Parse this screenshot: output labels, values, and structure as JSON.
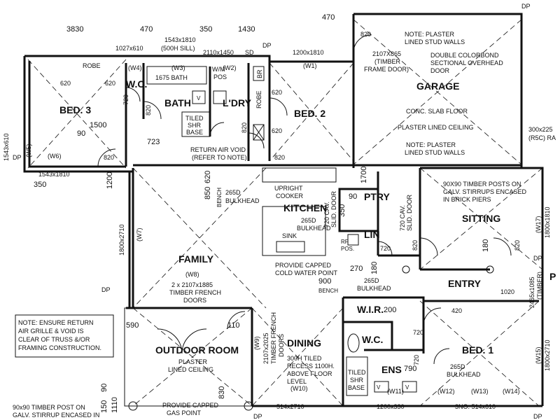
{
  "dimensions": {
    "d3830": "3830",
    "d470a": "470",
    "d1543x1810a": "1543x1810",
    "d500h": "(500H SILL)",
    "d350a": "350",
    "d1430": "1430",
    "d470b": "470",
    "d1027": "1027x610",
    "d2110": "2110x1450",
    "sd": "SD",
    "d1200": "1200x1810",
    "dp1": "DP",
    "d1543x610": "1543x610",
    "d1543x1810b": "1543x1810",
    "d350b": "350",
    "d1200v": "1200",
    "d850": "850",
    "d620a": "620",
    "d1800x2710": "1800x2710",
    "d590": "590",
    "d110": "110",
    "d830": "830",
    "d150": "150",
    "d90": "90",
    "d1110": "1110",
    "d514a": "514x2710",
    "d1200x330": "1200x330",
    "d3no": "3NO. 514x610",
    "d1800x2710b": "1800x2710",
    "d2465": "2465x1085",
    "d1020": "1020",
    "d1800x1810": "1800x1810",
    "d300x225": "300x225",
    "d1500": "1500",
    "d723": "723",
    "d900": "900",
    "d270": "270",
    "d200": "200",
    "d790": "790",
    "d420": "420",
    "d180a": "180",
    "d180b": "180",
    "d1700": "1700",
    "d90b": "90",
    "d90c": "90",
    "d350c": "350"
  },
  "rooms": {
    "bed3": "BED. 3",
    "wc1": "W.C.",
    "bath": "BATH",
    "ldry": "L'DRY",
    "bed2": "BED. 2",
    "garage": "GARAGE",
    "kitchen": "KITCHEN",
    "ptry": "PTRY",
    "lin": "LIN",
    "sitting": "SITTING",
    "family": "FAMILY",
    "entry": "ENTRY",
    "wir": "W.I.R.",
    "wc2": "W.C.",
    "bed1": "BED. 1",
    "ens": "ENS",
    "outdoor": "OUTDOOR ROOM",
    "dining": "DINING"
  },
  "windows": {
    "w1": "(W1)",
    "w2": "(W2)",
    "w3": "(W3)",
    "w4": "(W4)",
    "w5": "(W5)",
    "w6": "(W6)",
    "w7": "(W7)",
    "w8": "(W8)",
    "w9": "(W9)",
    "w10": "(W10)",
    "w11": "(W11)",
    "w12": "(W12)",
    "w13": "(W13)",
    "w14": "(W14)",
    "w15": "(W15)",
    "w17": "(W17)"
  },
  "labels": {
    "robe1": "ROBE",
    "robe2": "ROBE",
    "bath1675": "1675 BATH",
    "wm": "W/M",
    "pos": "POS",
    "br": "BR",
    "tiled1": "TILED",
    "shr1": "SHR",
    "base1": "BASE",
    "returnAir1": "RETURN AIR VOID",
    "returnAir2": "(REFER TO NOTE)",
    "d620b": "620",
    "d620c": "620",
    "d620d": "620",
    "d620e": "620",
    "d720a": "720",
    "d820a": "820",
    "d820b": "820",
    "d820c": "820",
    "d820d": "820",
    "d820e": "820",
    "d820f": "820",
    "d820g": "820",
    "d720b": "720",
    "d720c": "720",
    "d720d": "720",
    "bench1": "BENCH",
    "bench2": "BENCH",
    "b265a": "265D",
    "b265a2": "BULKHEAD",
    "upright1": "UPRIGHT",
    "upright2": "COOKER",
    "cav1a": "720 CAV.",
    "cav1b": "SLID. DOOR",
    "cav2a": "720 CAV.",
    "cav2b": "SLID. DOOR",
    "b265b": "265D",
    "b265b2": "BULKHEAD",
    "sink": "SINK",
    "rf": "RF",
    "pos2": "POS.",
    "cold1": "PROVIDE CAPPED",
    "cold2": "COLD WATER POINT",
    "b265c": "265D",
    "b265c2": "BULKHEAD",
    "frenchA": "2 x 2107x1885",
    "frenchB": "TIMBER FRENCH",
    "frenchC": "DOORS",
    "french2a": "2107x2025",
    "french2b": "TIMBER FRENCH",
    "french2c": "DOORS",
    "outdoorCeil1": "PLASTER",
    "outdoorCeil2": "LINED CEILING",
    "tiled2a": "300H TILED",
    "tiled2b": "RECESS 1100H.",
    "tiled2c": "ABOVE FLOOR",
    "tiled2d": "LEVEL",
    "tiled3a": "TILED",
    "tiled3b": "SHR",
    "tiled3c": "BASE",
    "gas1": "PROVIDE CAPPED",
    "gas2": "GAS POINT",
    "post1": "90x90 TIMBER POST ON",
    "post2": "GALV. STIRRUP ENCASED IN",
    "b265d": "265D",
    "b265d2": "BULKHEAD",
    "sittingNote1": "90X90 TIMBER POSTS ON",
    "sittingNote2": "GALV. STIRRUPS ENCASED",
    "sittingNote3": "IN BRICK PIERS",
    "timber": "(TIMBER)",
    "garNote1a": "NOTE: PLASTER",
    "garNote1b": "LINED STUD WALLS",
    "garDoor1": "2107X865",
    "garDoor2": "(TIMBER",
    "garDoor3": "FRAME DOOR)",
    "garRoller1": "DOUBLE COLORBOND",
    "garRoller2": "SECTIONAL OVERHEAD",
    "garRoller3": "DOOR",
    "conc": "CONC. SLAB FLOOR",
    "plasterCeil": "PLASTER LINED CEILING",
    "garNote2a": "NOTE: PLASTER",
    "garNote2b": "LINED STUD WALLS",
    "r5c": "(R5C) RA",
    "dp2": "DP",
    "dp3": "DP",
    "dp4": "DP",
    "dp5": "DP",
    "dp6": "DP",
    "dp7": "DP",
    "p": "P",
    "noteBox1": "NOTE: ENSURE RETURN",
    "noteBox2": "AIR GRILLE & VOID IS",
    "noteBox3": "CLEAR OF TRUSS &/OR",
    "noteBox4": "FRAMING CONSTRUCTION.",
    "v1": "V",
    "v2": "V",
    "v3": "V"
  }
}
